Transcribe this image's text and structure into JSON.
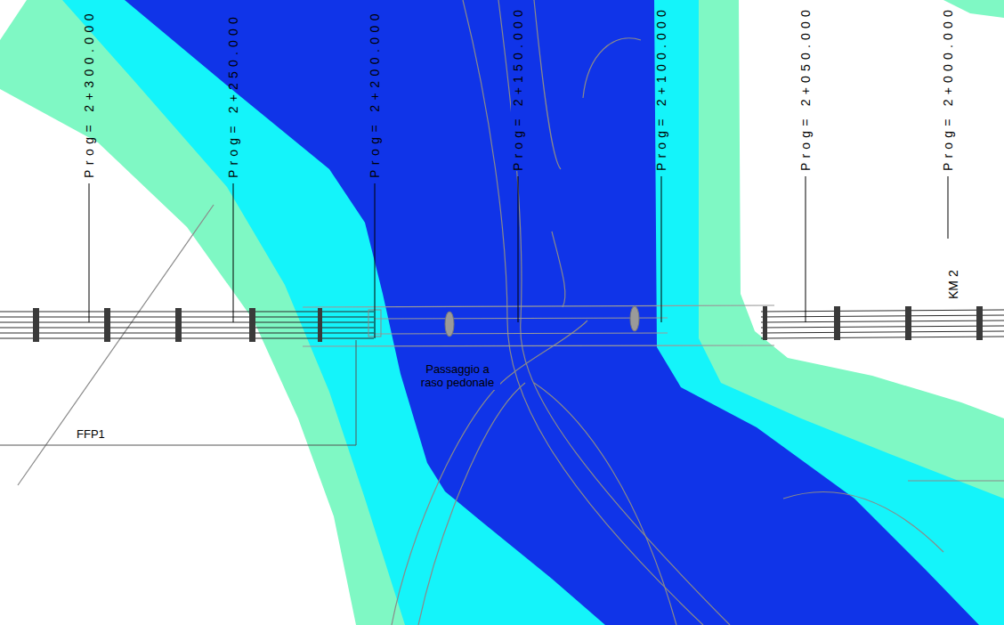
{
  "diagram": {
    "labels": [
      "Prog= 2+300.000",
      "Prog= 2+250.000",
      "Prog= 2+200.000",
      "Prog= 2+150.000",
      "Prog= 2+100.000",
      "Prog= 2+050.000",
      "Prog= 2+000.000",
      "KM 2",
      "Passaggio a raso pedonale",
      "FFP1"
    ]
  }
}
